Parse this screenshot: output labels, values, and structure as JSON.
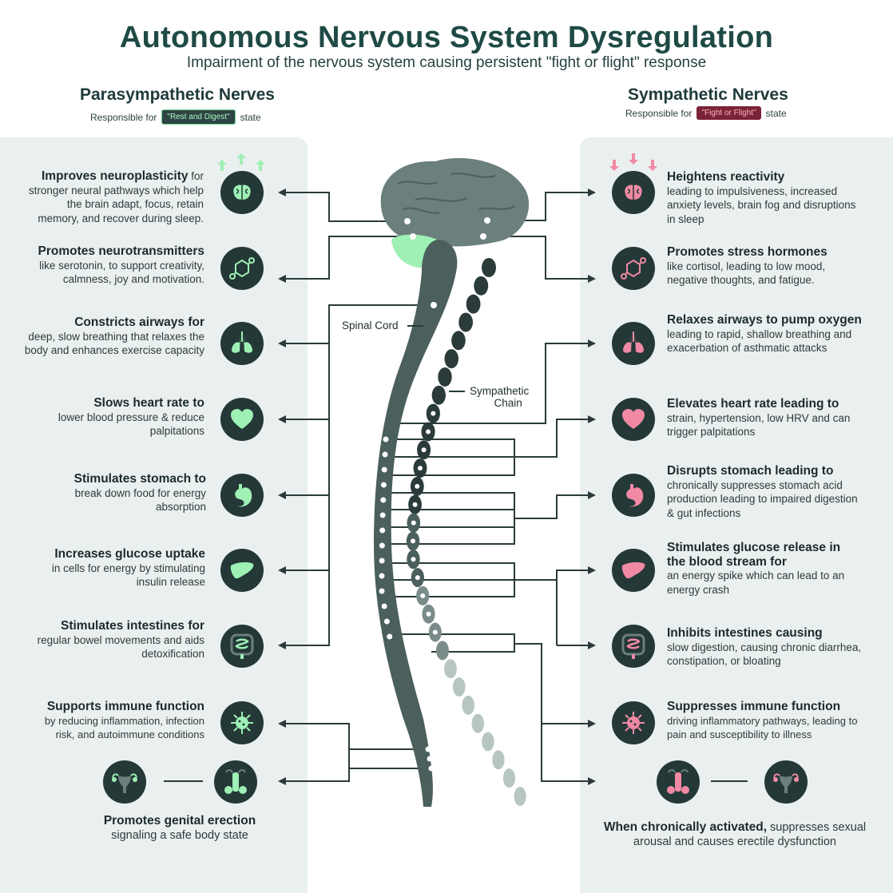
{
  "title": "Autonomous Nervous System Dysregulation",
  "subtitle": "Impairment of the nervous system causing persistent \"fight or flight\" response",
  "parasympathetic": {
    "heading": "Parasympathetic Nerves",
    "responsible_prefix": "Responsible for",
    "state_label": "\"Rest and Digest\"",
    "responsible_suffix": "state",
    "items": [
      {
        "head": "Improves neuroplasticity",
        "inline": " for",
        "body": "stronger neural pathways which help the brain adapt, focus, retain memory, and recover during sleep.",
        "icon": "brain-up-icon"
      },
      {
        "head": "Promotes neurotransmitters",
        "body": "like serotonin, to support creativity, calmness, joy and motivation.",
        "icon": "molecule-icon"
      },
      {
        "head": "Constricts airways for",
        "body": "deep, slow breathing that relaxes the body and enhances exercise capacity",
        "icon": "lungs-icon"
      },
      {
        "head": "Slows heart rate to",
        "body": "lower blood pressure & reduce palpitations",
        "icon": "heart-icon"
      },
      {
        "head": "Stimulates stomach to",
        "body": "break down food for energy absorption",
        "icon": "stomach-icon"
      },
      {
        "head": "Increases glucose uptake",
        "body": "in cells for energy by stimulating insulin release",
        "icon": "liver-icon"
      },
      {
        "head": "Stimulates intestines for",
        "body": "regular bowel movements and aids detoxification",
        "icon": "intestines-icon"
      },
      {
        "head": "Supports immune function",
        "body": "by reducing inflammation, infection risk, and autoimmune conditions",
        "icon": "virus-icon"
      }
    ],
    "bottom_head": "Promotes genital erection",
    "bottom_body": "signaling a safe body state"
  },
  "sympathetic": {
    "heading": "Sympathetic Nerves",
    "responsible_prefix": "Responsible for",
    "state_label": "\"Fight or Flight\"",
    "responsible_suffix": "state",
    "items": [
      {
        "head": "Heightens reactivity",
        "body": "leading to impulsiveness, increased anxiety levels, brain fog and disruptions in sleep",
        "icon": "brain-down-icon"
      },
      {
        "head": "Promotes stress hormones",
        "body": "like cortisol, leading to low mood, negative thoughts, and fatigue.",
        "icon": "molecule-icon"
      },
      {
        "head": "Relaxes airways to pump oxygen",
        "body": "leading to rapid, shallow breathing and exacerbation of asthmatic attacks",
        "icon": "lungs-icon"
      },
      {
        "head": "Elevates heart rate leading to",
        "body": "strain, hypertension, low HRV and can trigger palpitations",
        "icon": "heart-icon"
      },
      {
        "head": "Disrupts stomach leading to",
        "body": "chronically suppresses stomach acid production leading to impaired digestion & gut infections",
        "icon": "stomach-icon"
      },
      {
        "head": "Stimulates glucose release in the blood stream for",
        "body": "an energy spike which can lead to an energy crash",
        "icon": "liver-icon"
      },
      {
        "head": "Inhibits intestines causing",
        "body": "slow digestion, causing chronic diarrhea, constipation, or bloating",
        "icon": "intestines-icon"
      },
      {
        "head": "Suppresses immune function",
        "body": "driving inflammatory pathways, leading to pain and susceptibility to illness",
        "icon": "virus-icon"
      }
    ],
    "bottom_head": "When chronically activated,",
    "bottom_body": " suppresses sexual arousal and causes erectile dysfunction"
  },
  "labels": {
    "spinal_cord": "Spinal Cord",
    "sympathetic_chain_1": "Sympathetic",
    "sympathetic_chain_2": "Chain"
  },
  "colors": {
    "para_accent": "#9ef0b4",
    "symp_accent": "#f08aa4",
    "icon_bg": "#243837",
    "panel_bg": "#eaf0ef",
    "brain_fill": "#6b7f7d",
    "spine_fill": "#4b5f5d",
    "chain_dark": "#2a3b39",
    "chain_light": "#b8c6c3"
  }
}
